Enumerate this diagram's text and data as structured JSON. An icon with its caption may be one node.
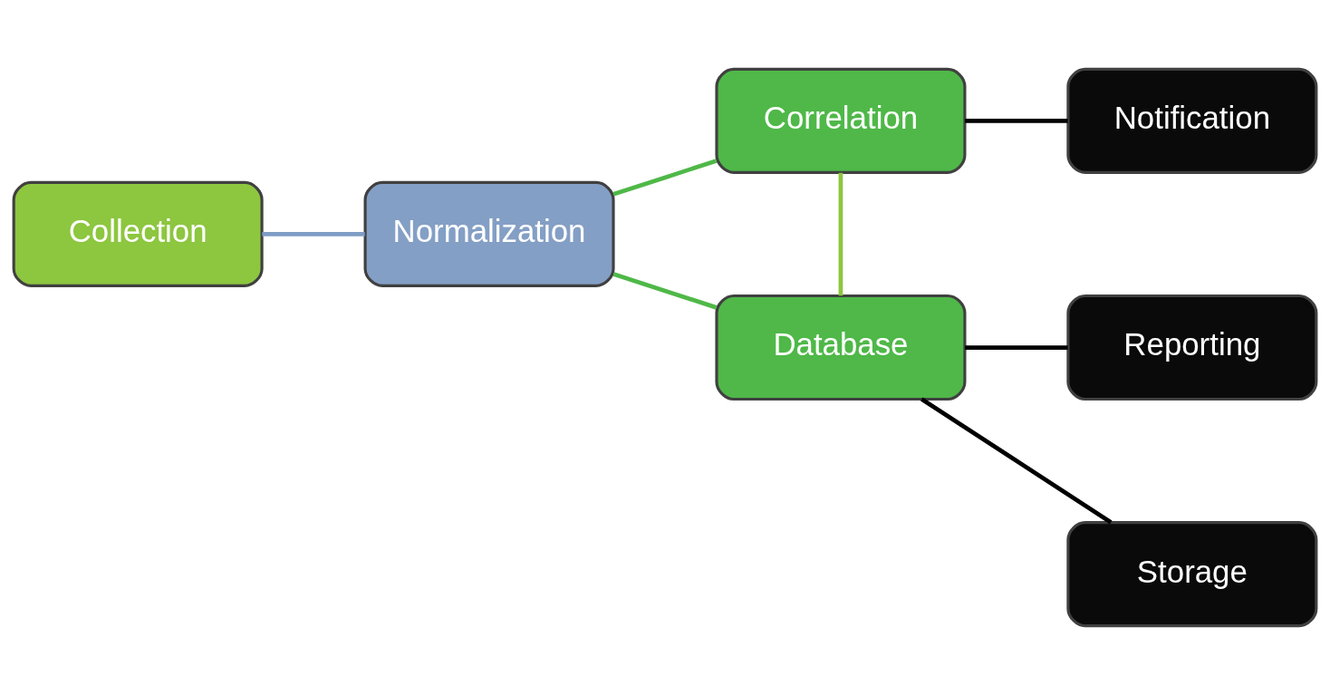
{
  "diagram": {
    "nodes": [
      {
        "text": [
          "Collection"
        ]
      },
      {
        "text": [
          "Normalization"
        ]
      },
      {
        "text": [
          "Correlation"
        ]
      },
      {
        "text": [
          "Notification"
        ]
      },
      {
        "text": [
          "Database"
        ]
      },
      {
        "text": [
          "Reporting"
        ]
      },
      {
        "text": [
          "Storage"
        ]
      }
    ],
    "edges": [
      {
        "from": 0,
        "to": 1,
        "arrow": "none",
        "color": "#7f9cc4"
      },
      {
        "from": 1,
        "to": 2,
        "arrow": "none",
        "color": "#4fb848"
      },
      {
        "from": 1,
        "to": 4,
        "arrow": "none",
        "color": "#4fb848"
      },
      {
        "from": 2,
        "to": 4,
        "arrow": "none",
        "color": "#8dc63f"
      },
      {
        "from": 2,
        "to": 3,
        "arrow": "none"
      },
      {
        "from": 4,
        "to": 5,
        "arrow": "none"
      },
      {
        "from": 4,
        "to": 6,
        "arrow": "none"
      }
    ]
  }
}
